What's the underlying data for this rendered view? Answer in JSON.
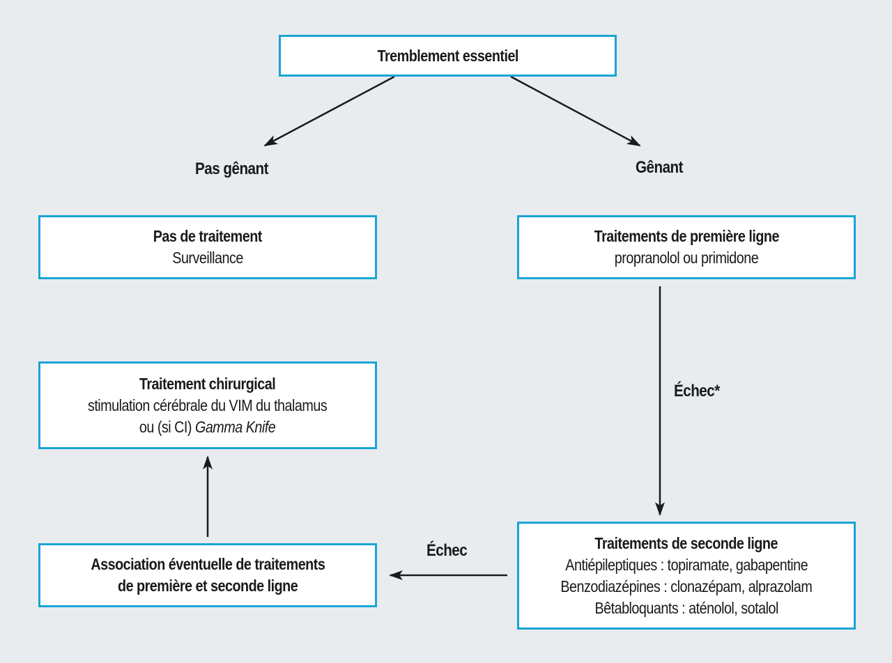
{
  "colors": {
    "background": "#e8ecef",
    "box_border": "#1aa3d5",
    "arrow": "#1a1a1a"
  },
  "nodes": {
    "root": {
      "title": "Tremblement essentiel"
    },
    "no_treatment": {
      "title": "Pas de traitement",
      "line1": "Surveillance"
    },
    "first_line": {
      "title": "Traitements de première ligne",
      "line1": "propranolol ou primidone"
    },
    "surgery": {
      "title": "Traitement chirurgical",
      "line1": "stimulation cérébrale du VIM du thalamus",
      "line2_prefix": "ou (si CI) ",
      "line2_italic": "Gamma Knife"
    },
    "association": {
      "line1": "Association éventuelle de traitements",
      "line2": "de première et seconde ligne"
    },
    "second_line": {
      "title": "Traitements de seconde ligne",
      "line1": "Antiépileptiques : topiramate, gabapentine",
      "line2": "Benzodiazépines : clonazépam, alprazolam",
      "line3": "Bêtabloquants : aténolol, sotalol"
    }
  },
  "labels": {
    "pas_genant": "Pas gênant",
    "genant": "Gênant",
    "echec_star": "Échec*",
    "echec": "Échec"
  }
}
